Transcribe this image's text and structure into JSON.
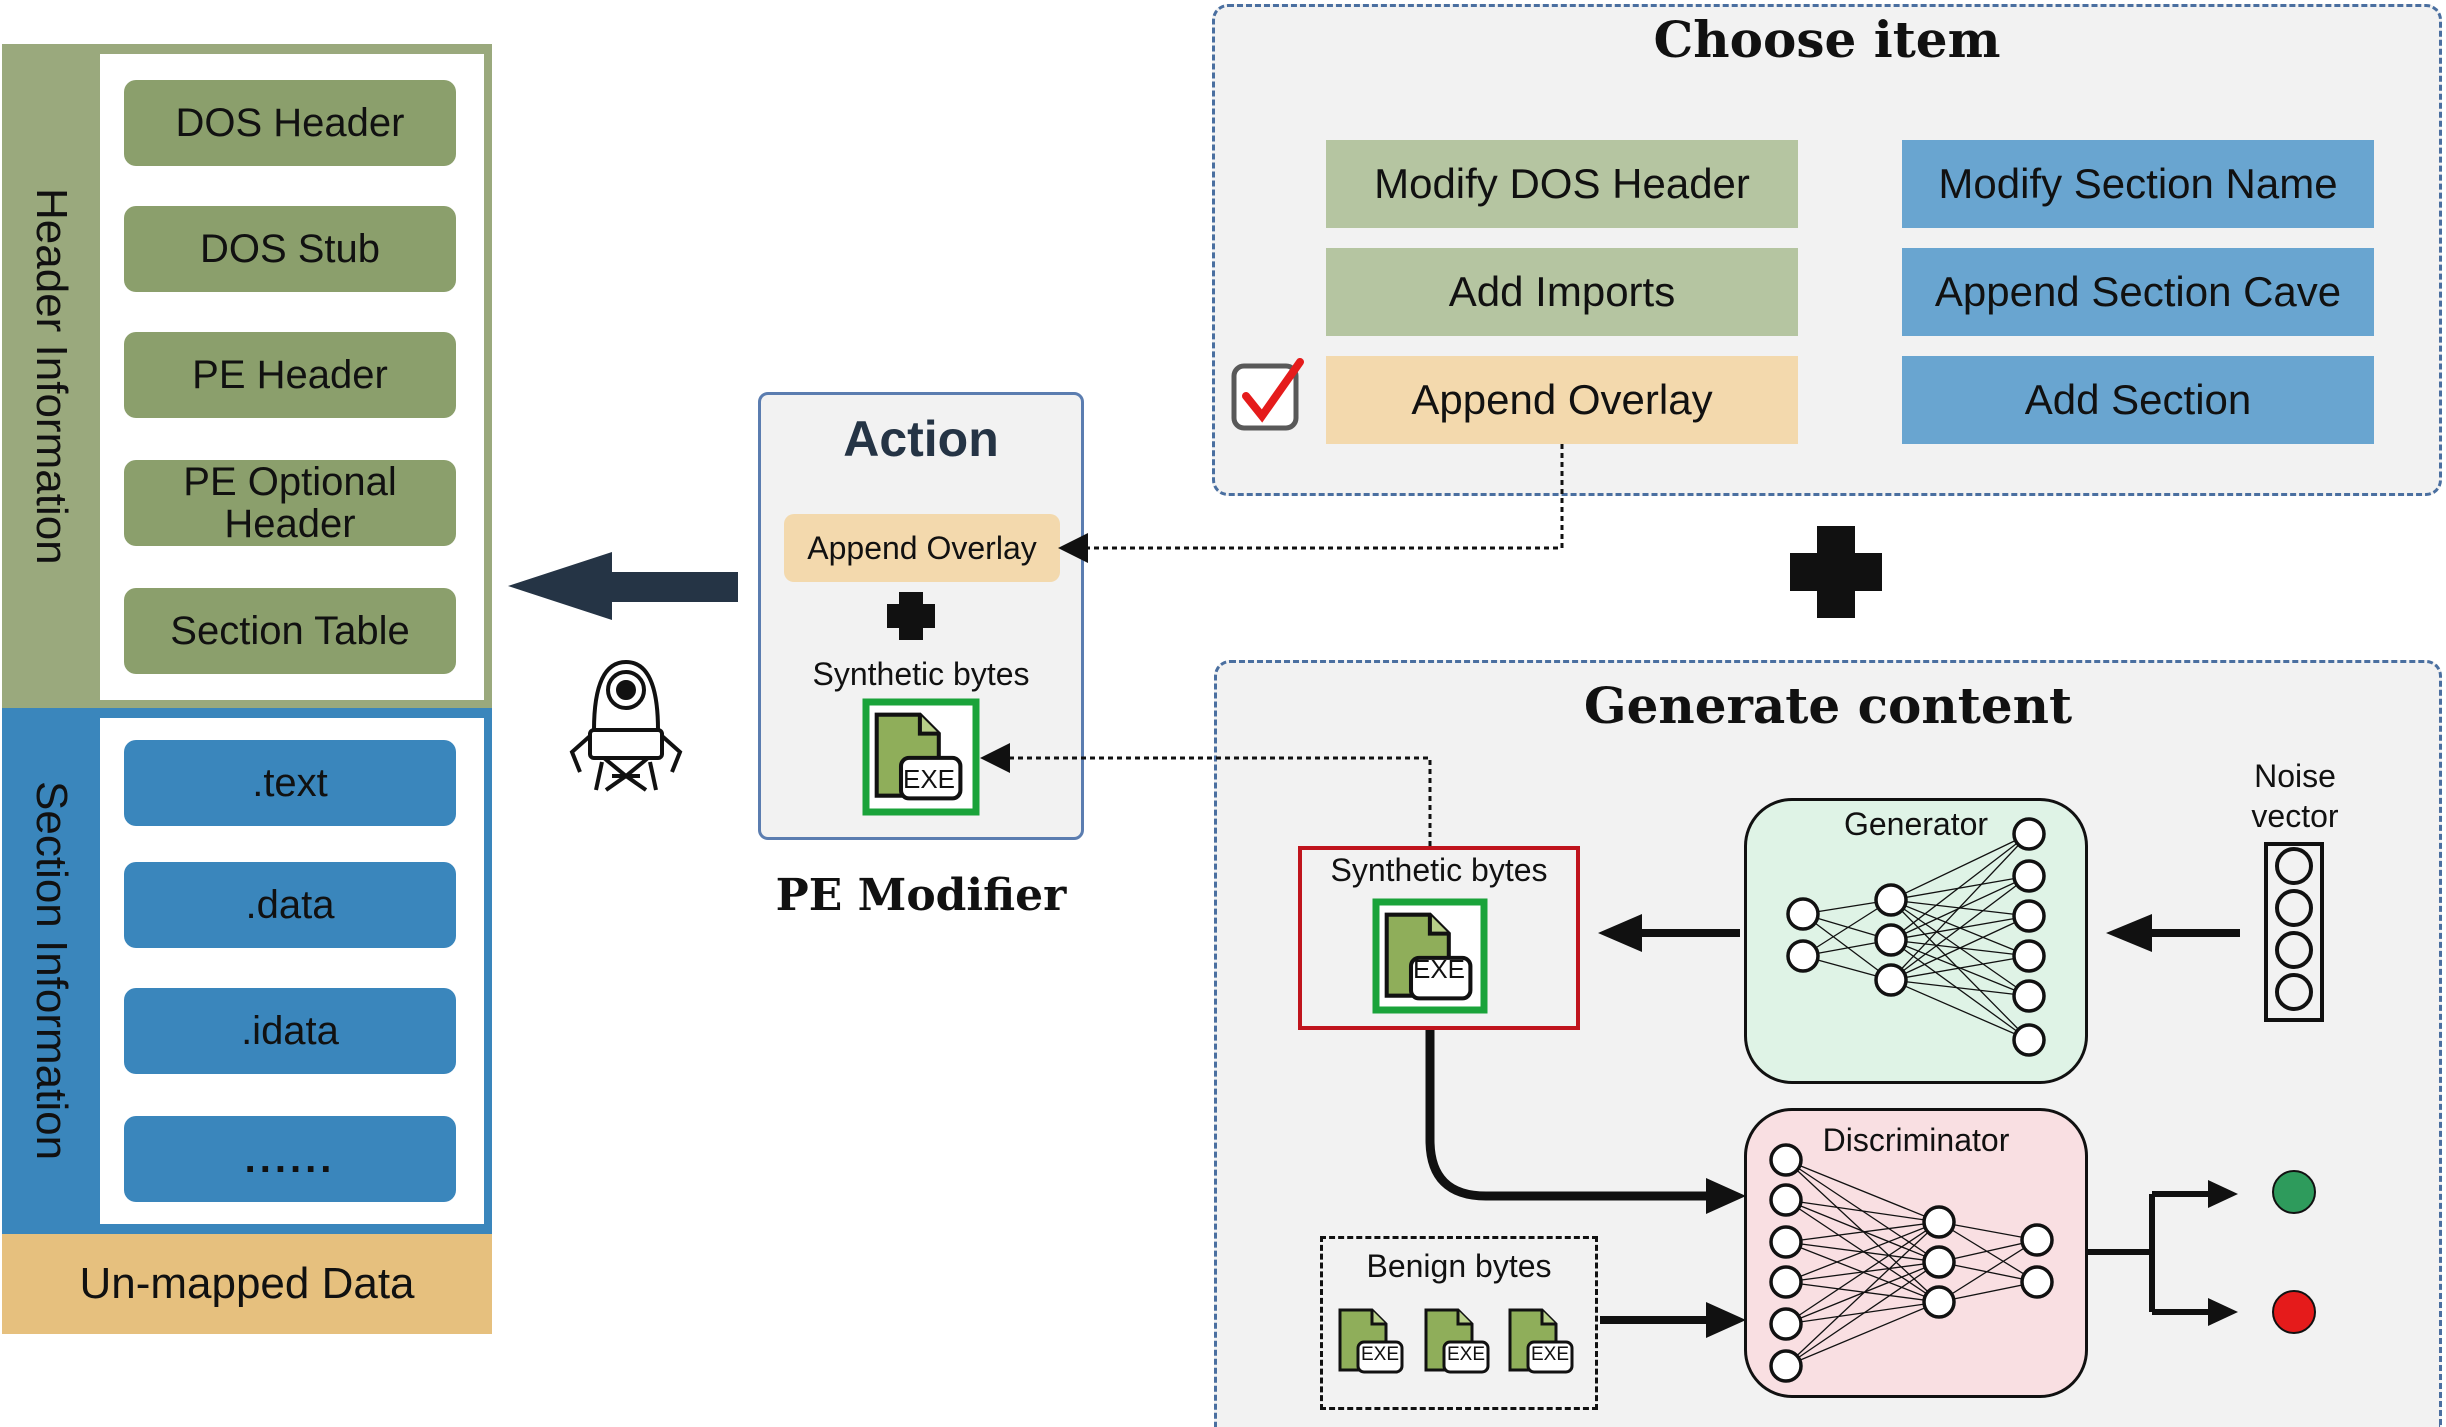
{
  "pe_structure": {
    "header_section_label": "Header Information",
    "header_items": [
      "DOS Header",
      "DOS Stub",
      "PE Header",
      "PE Optional\nHeader",
      "Section Table"
    ],
    "section_section_label": "Section Information",
    "section_items": [
      ".text",
      ".data",
      ".idata",
      "......"
    ],
    "unmapped_label": "Un-mapped Data"
  },
  "action": {
    "title": "Action",
    "selected_action": "Append Overlay",
    "synthetic_label": "Synthetic bytes",
    "exe_label": "EXE",
    "caption": "PE Modifier"
  },
  "choose_item": {
    "title": "Choose item",
    "left_items": [
      "Modify DOS Header",
      "Add Imports",
      "Append Overlay"
    ],
    "right_items": [
      "Modify Section Name",
      "Append Section Cave",
      "Add Section"
    ],
    "selected_index": 2
  },
  "generate_content": {
    "title": "Generate content",
    "synthetic_label": "Synthetic bytes",
    "generator_label": "Generator",
    "discriminator_label": "Discriminator",
    "noise_label": "Noise\nvector",
    "benign_label": "Benign bytes",
    "exe_label": "EXE"
  },
  "colors": {
    "header_green": "#8b9f6c",
    "header_border": "#9aa97d",
    "section_blue": "#3a86bc",
    "unmapped_tan": "#e6c07e",
    "choice_green": "#b5c5a1",
    "choice_tan": "#f3d9ad",
    "choice_blue": "#69a5d0",
    "generator_bg": "#dff3e6",
    "discriminator_bg": "#f9dfe2",
    "real_dot": "#2e9b5c",
    "fake_dot": "#e51b1b",
    "arrow_dark": "#253445"
  }
}
